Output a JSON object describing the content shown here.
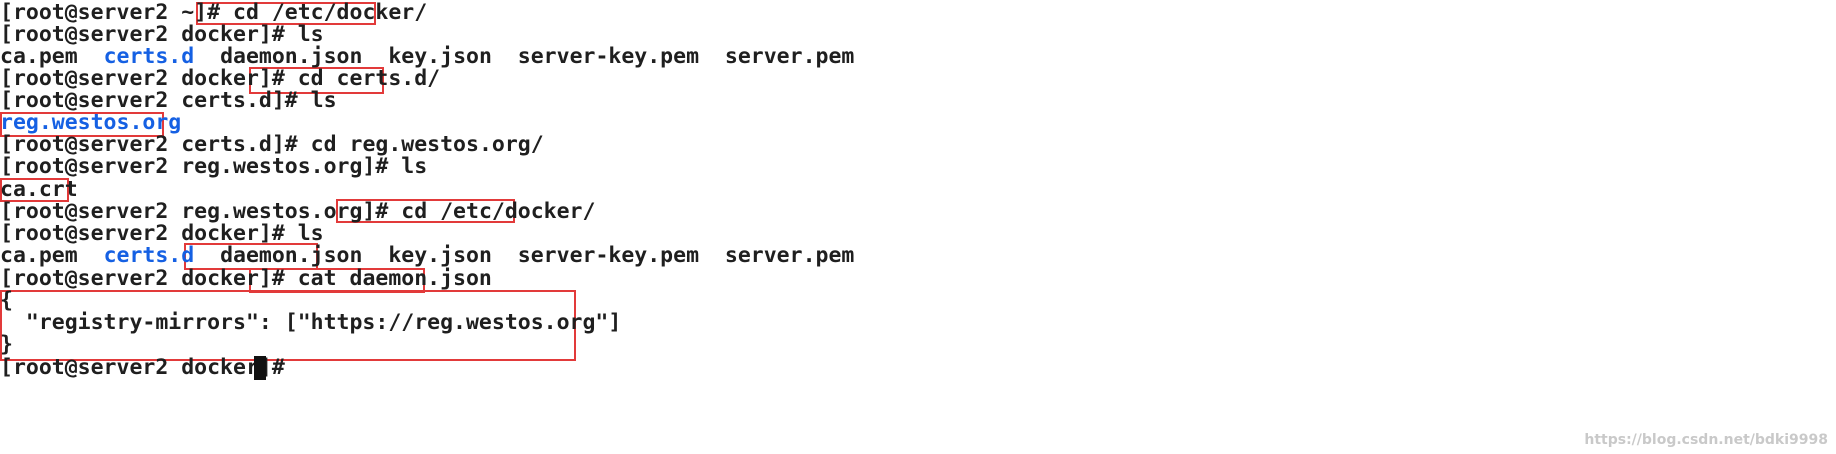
{
  "terminal": {
    "colors": {
      "background": "#ffffff",
      "text": "#1f1f1f",
      "directory": "#1560e3",
      "highlight_box": "#e23a3a",
      "cursor": "#111111"
    },
    "lines": {
      "l1": {
        "prompt": "[root@server2 ~]# ",
        "command": "cd /etc/docker/"
      },
      "l2": {
        "prompt": "[root@server2 docker]# ",
        "command": "ls"
      },
      "l3": {
        "f1": "ca.pem",
        "sep1": "  ",
        "dir1": "certs.d",
        "sep2": "  ",
        "f2": "daemon.json",
        "sep3": "  ",
        "f3": "key.json",
        "sep4": "  ",
        "f4": "server-key.pem",
        "sep5": "  ",
        "f5": "server.pem"
      },
      "l4": {
        "prompt": "[root@server2 docker]# ",
        "command": "cd certs.d/"
      },
      "l5": {
        "prompt": "[root@server2 certs.d]# ",
        "command": "ls"
      },
      "l6": {
        "dir1": "reg.westos.org"
      },
      "l7": {
        "prompt": "[root@server2 certs.d]# ",
        "command": "cd reg.westos.org/"
      },
      "l8": {
        "prompt": "[root@server2 reg.westos.org]# ",
        "command": "ls"
      },
      "l9": {
        "f1": "ca.crt"
      },
      "l10": {
        "prompt": "[root@server2 reg.westos.org]# ",
        "command": "cd /etc/docker/"
      },
      "l11": {
        "prompt": "[root@server2 docker]# ",
        "command": "ls"
      },
      "l12": {
        "f1": "ca.pem",
        "sep1": "  ",
        "dir1": "certs.d",
        "sep2": "  ",
        "f2": "daemon.json",
        "sep3": "  ",
        "f3": "key.json",
        "sep4": "  ",
        "f4": "server-key.pem",
        "sep5": "  ",
        "f5": "server.pem"
      },
      "l13": {
        "prompt": "[root@server2 docker]# ",
        "command": "cat daemon.json"
      },
      "l14": {
        "text": "{"
      },
      "l15": {
        "text": "  \"registry-mirrors\": [\"https://reg.westos.org\"]"
      },
      "l16": {
        "text": "}"
      },
      "l17": {
        "prompt": "[root@server2 docker]# "
      }
    }
  },
  "watermark": "https://blog.csdn.net/bdki9998"
}
